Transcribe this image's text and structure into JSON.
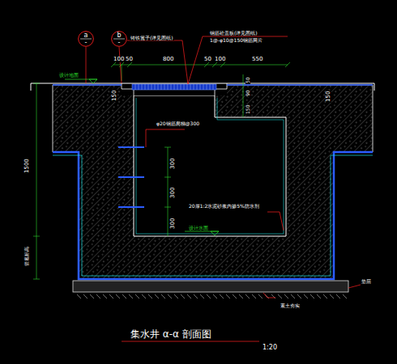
{
  "diagram": {
    "title": "集水井 α-α 剖面图",
    "nodes": [
      {
        "text": [
          "a",
          "-"
        ]
      },
      {
        "text": [
          "b",
          "-"
        ]
      }
    ],
    "labels": [
      "铸铁篦子(详见图纸)",
      "钢筋砼盖板(详见图纸)",
      "1@-φ10@150钢筋网片",
      "100",
      "50",
      "800",
      "50",
      "100",
      "550",
      "设计地面",
      "150",
      "50",
      "90",
      "150",
      "150",
      "1500",
      "管底标高",
      "φ20钢筋爬梯@300",
      "300",
      "300",
      "300",
      "20厚1:2水泥砂浆内掺5%防水剂",
      "设计水面",
      "垫层",
      "素土夯实",
      "1:20"
    ]
  }
}
